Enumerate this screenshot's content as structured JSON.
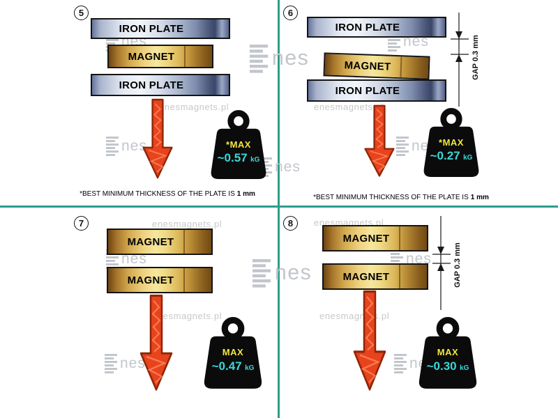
{
  "watermark": {
    "site": "enesmagnets.pl",
    "logo_text": "nes"
  },
  "colors": {
    "divider": "#2b9d8b",
    "arrow": "#e8431c",
    "max_label": "#f2e83c",
    "value": "#3ad8d8"
  },
  "panels": {
    "p5": {
      "number": "5",
      "layers": [
        {
          "label": "IRON PLATE"
        },
        {
          "label": "MAGNET"
        },
        {
          "label": "IRON PLATE"
        }
      ],
      "weight": {
        "max": "*MAX",
        "value": "~0.57",
        "unit": "kG"
      },
      "footnote": {
        "text": "*BEST MINIMUM THICKNESS OF THE PLATE IS",
        "bold": "1 mm"
      }
    },
    "p6": {
      "number": "6",
      "layers": [
        {
          "label": "IRON PLATE"
        },
        {
          "label": "MAGNET"
        },
        {
          "label": "IRON PLATE"
        }
      ],
      "gap_label": "GAP  0.3 mm",
      "weight": {
        "max": "*MAX",
        "value": "~0.27",
        "unit": "kG"
      },
      "footnote": {
        "text": "*BEST MINIMUM THICKNESS OF THE PLATE IS",
        "bold": "1 mm"
      }
    },
    "p7": {
      "number": "7",
      "layers": [
        {
          "label": "MAGNET"
        },
        {
          "label": "MAGNET"
        }
      ],
      "weight": {
        "max": "MAX",
        "value": "~0.47",
        "unit": "kG"
      }
    },
    "p8": {
      "number": "8",
      "layers": [
        {
          "label": "MAGNET"
        },
        {
          "label": "MAGNET"
        }
      ],
      "gap_label": "GAP  0.3 mm",
      "weight": {
        "max": "MAX",
        "value": "~0.30",
        "unit": "kG"
      }
    }
  }
}
